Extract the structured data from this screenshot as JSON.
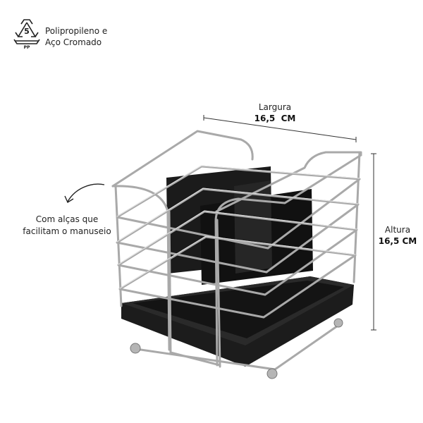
{
  "material": {
    "recycle_code": "5",
    "recycle_abbr": "PP",
    "line1": "Polipropileno e",
    "line2": "Aço Cromado",
    "icon": "recycle-triangle-icon"
  },
  "dimensions": {
    "width_label": "Largura",
    "width_value": "16,5  CM",
    "height_label": "Altura",
    "height_value": "16,5 CM"
  },
  "features": {
    "handles_line1": "Com alças que",
    "handles_line2": "facilitam o manuseio",
    "arrow_icon": "curved-arrow-icon"
  },
  "colors": {
    "chrome": "#bdbdbd",
    "chrome_shadow": "#7a7a7a",
    "black_plastic": "#1a1a1a",
    "dim_line": "#333333"
  }
}
